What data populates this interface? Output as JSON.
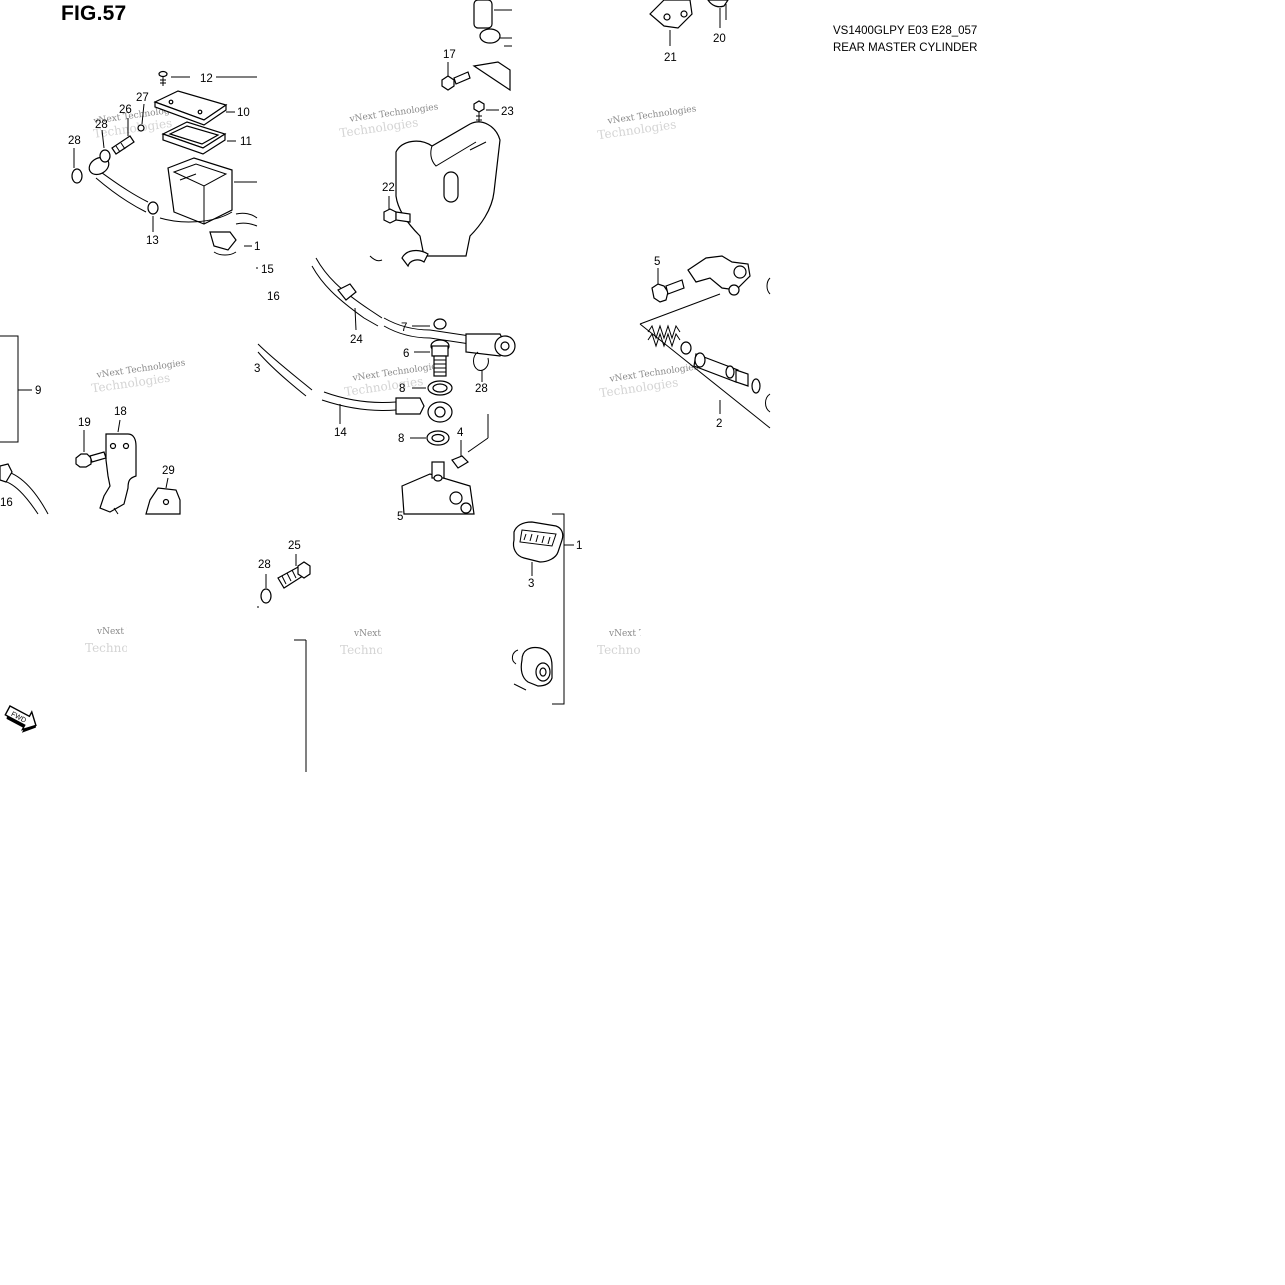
{
  "figure": {
    "title": "FIG.57",
    "model_code": "VS1400GLPY E03 E28_057",
    "subtitle": "REAR MASTER CYLINDER",
    "watermark_line1": "vNext Technologies",
    "watermark_line2": "Technologies",
    "fwd_label": "FWD"
  },
  "callouts": {
    "c1a": "1",
    "c1b": "1",
    "c2": "2",
    "c3": "3",
    "c4": "4",
    "c5a": "5",
    "c5b": "5",
    "c6": "6",
    "c7": "7",
    "c8a": "8",
    "c8b": "8",
    "c9": "9",
    "c10": "10",
    "c11": "11",
    "c12": "12",
    "c13": "13",
    "c14": "14",
    "c15": "15",
    "c16a": "16",
    "c16b": "16",
    "c17": "17",
    "c18": "18",
    "c19": "19",
    "c20": "20",
    "c21": "21",
    "c22": "22",
    "c23": "23",
    "c24": "24",
    "c25": "25",
    "c26": "26",
    "c27": "27",
    "c28a": "28",
    "c28b": "28",
    "c28c": "28",
    "c28d": "28",
    "c29": "29",
    "c3b": "3"
  }
}
